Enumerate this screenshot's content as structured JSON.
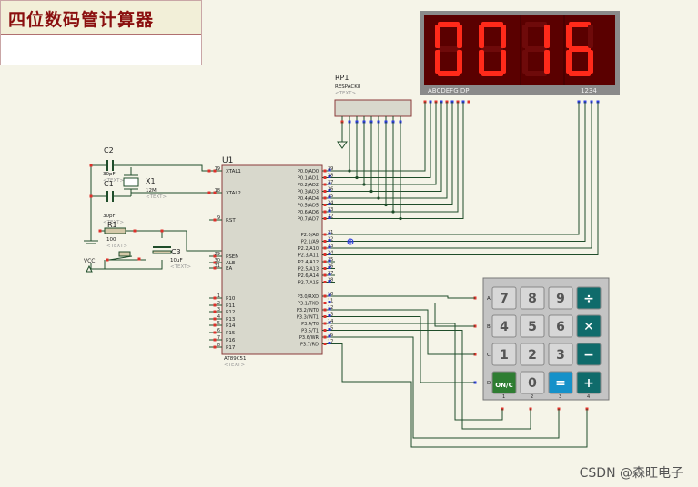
{
  "title": "四位数码管计算器",
  "display": {
    "digits": [
      "0",
      "0",
      "1",
      "6"
    ],
    "seg_label": "ABCDEFG  DP",
    "digit_label": "1234"
  },
  "rp1": {
    "ref": "RP1",
    "model": "RESPACK8",
    "text": "<TEXT>"
  },
  "mcu": {
    "ref": "U1",
    "model": "AT89C51",
    "text": "<TEXT>",
    "left_pins": [
      {
        "num": "19",
        "name": "XTAL1"
      },
      {
        "num": "18",
        "name": "XTAL2"
      },
      {
        "num": "9",
        "name": "RST"
      },
      {
        "num": "29",
        "name": "PSEN"
      },
      {
        "num": "30",
        "name": "ALE"
      },
      {
        "num": "31",
        "name": "EA"
      },
      {
        "num": "1",
        "name": "P10"
      },
      {
        "num": "2",
        "name": "P11"
      },
      {
        "num": "3",
        "name": "P12"
      },
      {
        "num": "4",
        "name": "P13"
      },
      {
        "num": "5",
        "name": "P14"
      },
      {
        "num": "6",
        "name": "P15"
      },
      {
        "num": "7",
        "name": "P16"
      },
      {
        "num": "8",
        "name": "P17"
      }
    ],
    "right_pins": [
      {
        "num": "39",
        "name": "P0.0/AD0"
      },
      {
        "num": "38",
        "name": "P0.1/AD1"
      },
      {
        "num": "37",
        "name": "P0.2/AD2"
      },
      {
        "num": "36",
        "name": "P0.3/AD3"
      },
      {
        "num": "35",
        "name": "P0.4/AD4"
      },
      {
        "num": "34",
        "name": "P0.5/AD5"
      },
      {
        "num": "33",
        "name": "P0.6/AD6"
      },
      {
        "num": "32",
        "name": "P0.7/AD7"
      },
      {
        "num": "21",
        "name": "P2.0/A8"
      },
      {
        "num": "22",
        "name": "P2.1/A9"
      },
      {
        "num": "23",
        "name": "P2.2/A10"
      },
      {
        "num": "24",
        "name": "P2.3/A11"
      },
      {
        "num": "25",
        "name": "P2.4/A12"
      },
      {
        "num": "26",
        "name": "P2.5/A13"
      },
      {
        "num": "27",
        "name": "P2.6/A14"
      },
      {
        "num": "28",
        "name": "P2.7/A15"
      },
      {
        "num": "10",
        "name": "P3.0/RXD"
      },
      {
        "num": "11",
        "name": "P3.1/TXD"
      },
      {
        "num": "12",
        "name": "P3.2/INT0"
      },
      {
        "num": "13",
        "name": "P3.3/INT1"
      },
      {
        "num": "14",
        "name": "P3.4/T0"
      },
      {
        "num": "15",
        "name": "P3.5/T1"
      },
      {
        "num": "16",
        "name": "P3.6/WR"
      },
      {
        "num": "17",
        "name": "P3.7/RD"
      }
    ]
  },
  "components": {
    "c2": {
      "ref": "C2",
      "value": "30pF",
      "text": "<TEXT>"
    },
    "c1": {
      "ref": "C1",
      "value": "30pF",
      "text": "<TEXT>"
    },
    "x1": {
      "ref": "X1",
      "value": "12M",
      "text": "<TEXT>"
    },
    "r1": {
      "ref": "R1",
      "value": "100",
      "text": "<TEXT>"
    },
    "c3": {
      "ref": "C3",
      "value": "10uF",
      "text": "<TEXT>"
    },
    "vcc": "VCC"
  },
  "keypad": {
    "rows": [
      "A",
      "B",
      "C",
      "D"
    ],
    "keys": [
      [
        "7",
        "8",
        "9",
        "÷"
      ],
      [
        "4",
        "5",
        "6",
        "✕"
      ],
      [
        "1",
        "2",
        "3",
        "−"
      ],
      [
        "ON/C",
        "0",
        "=",
        "+"
      ]
    ],
    "cols": [
      "1",
      "2",
      "3",
      "4"
    ]
  },
  "colors": {
    "background": "#f5f4e8",
    "wire": "#1f4d2a",
    "chip_fill": "#d8d8cc",
    "chip_border": "#8a3a3a",
    "seg_on": "#ff2a1a",
    "display_bg": "#5a0000",
    "display_frame": "#8a8a8a",
    "key_gray": "#d7d7d7",
    "key_teal": "#0f6b6b",
    "key_blue": "#1591c9",
    "key_on": "#2e7d32",
    "pin_red": "#e0302a",
    "pin_blue": "#2a3ae0"
  },
  "watermark": "CSDN @森旺电子"
}
